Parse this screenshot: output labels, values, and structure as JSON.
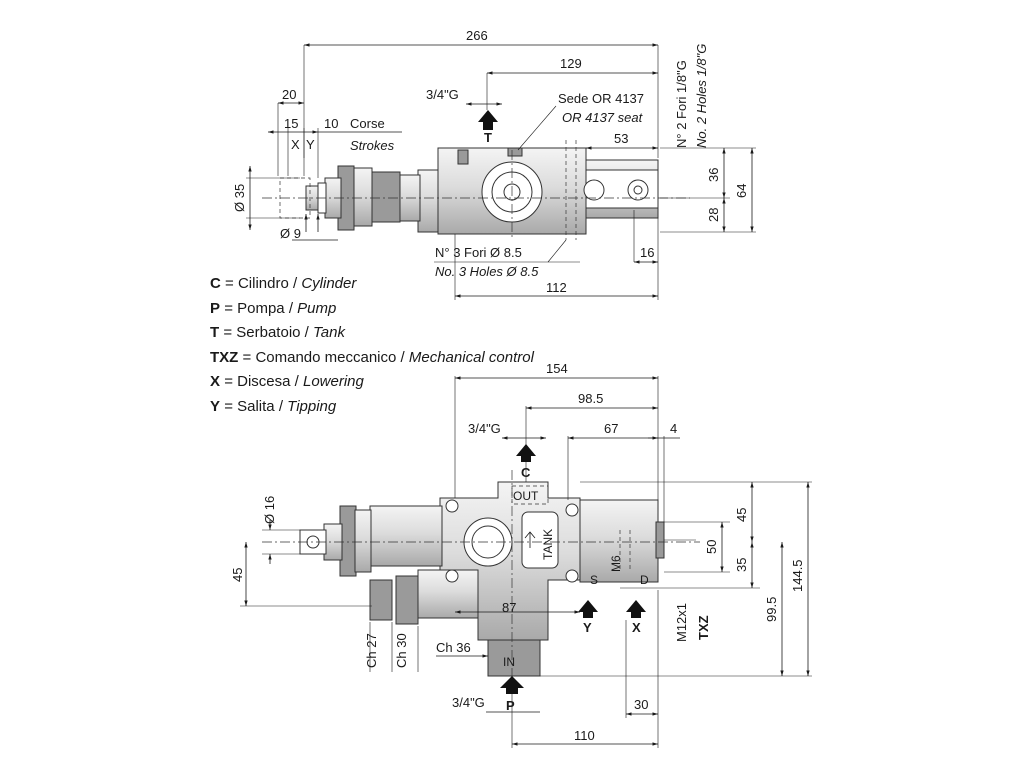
{
  "top_view": {
    "dims": {
      "d266": "266",
      "d129": "129",
      "d20": "20",
      "d15": "15",
      "d10": "10",
      "x": "X",
      "y": "Y",
      "corse": "Corse",
      "strokes": "Strokes",
      "thread_t": "3/4\"G",
      "port_t": "T",
      "sede": "Sede OR 4137",
      "seat": "OR 4137 seat",
      "holes_it": "N° 2 Fori 1/8\"G",
      "holes_en": "No. 2 Holes 1/8\"G",
      "d53": "53",
      "d36": "36",
      "d28": "28",
      "d64": "64",
      "dia35": "Ø 35",
      "dia9": "Ø 9",
      "fori_it": "N° 3 Fori Ø 8.5",
      "fori_en": "No. 3 Holes Ø 8.5",
      "d16": "16",
      "d112": "112"
    }
  },
  "legend": [
    {
      "key": "C",
      "it": "Cilindro",
      "en": "Cylinder"
    },
    {
      "key": "P",
      "it": "Pompa",
      "en": "Pump"
    },
    {
      "key": "T",
      "it": "Serbatoio",
      "en": "Tank"
    },
    {
      "key": "TXZ",
      "it": "Comando meccanico",
      "en": "Mechanical control"
    },
    {
      "key": "X",
      "it": "Discesa",
      "en": "Lowering"
    },
    {
      "key": "Y",
      "it": "Salita",
      "en": "Tipping"
    }
  ],
  "legend_sep": "=",
  "front_view": {
    "dims": {
      "d154": "154",
      "d98_5": "98.5",
      "thread_c": "3/4\"G",
      "d67": "67",
      "d4": "4",
      "port_c": "C",
      "out": "OUT",
      "tank": "TANK",
      "m6": "M6",
      "s": "S",
      "dd": "D",
      "dia16": "Ø 16",
      "d45_left": "45",
      "d45": "45",
      "d50": "50",
      "d35": "35",
      "d99_5": "99.5",
      "d144_5": "144.5",
      "d87": "87",
      "port_y": "Y",
      "port_x": "X",
      "m12": "M12x1",
      "txz": "TXZ",
      "ch27": "Ch 27",
      "ch30": "Ch 30",
      "ch36": "Ch 36",
      "in": "IN",
      "thread_p": "3/4\"G",
      "port_p": "P",
      "d30": "30",
      "d110": "110"
    }
  }
}
